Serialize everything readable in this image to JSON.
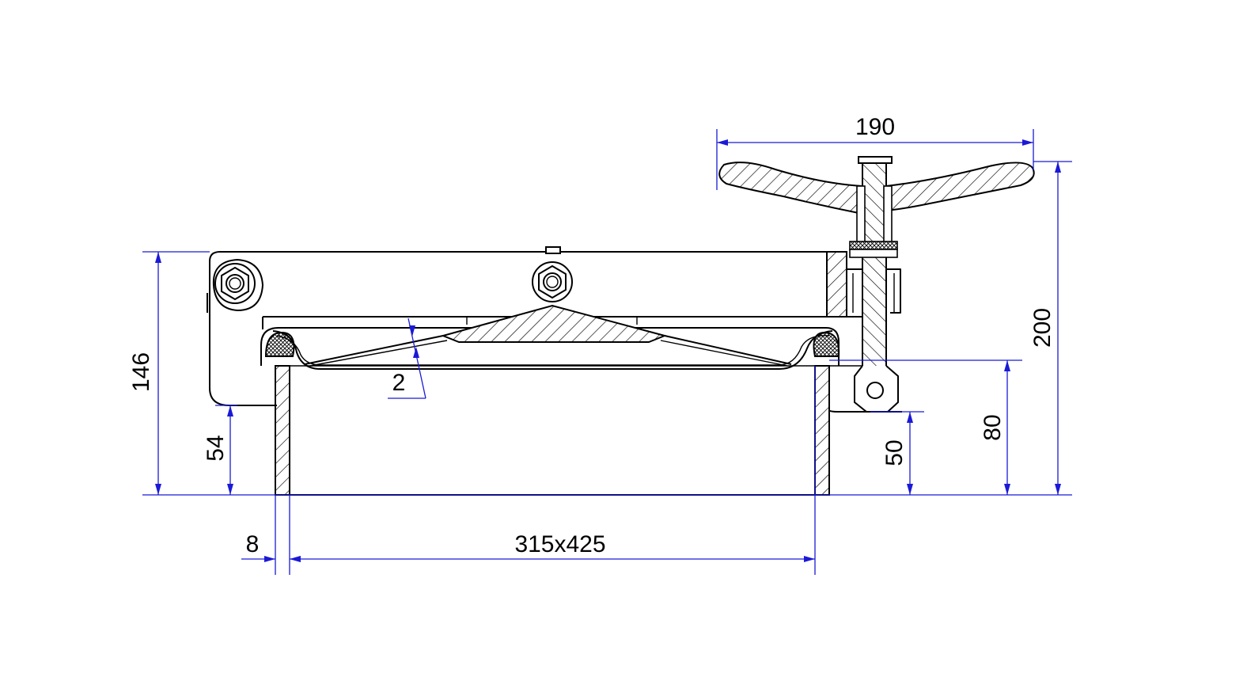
{
  "colors": {
    "dimension": "#1a1ad6",
    "outline": "#000000",
    "background": "#ffffff"
  },
  "dimensions": {
    "wheel_width": "190",
    "total_height": "200",
    "cover_height": "146",
    "hinge_offset": "54",
    "wall_thickness": "8",
    "opening_size": "315x425",
    "sheet_thickness": "2",
    "neck_height": "80",
    "clamp_height": "50"
  }
}
